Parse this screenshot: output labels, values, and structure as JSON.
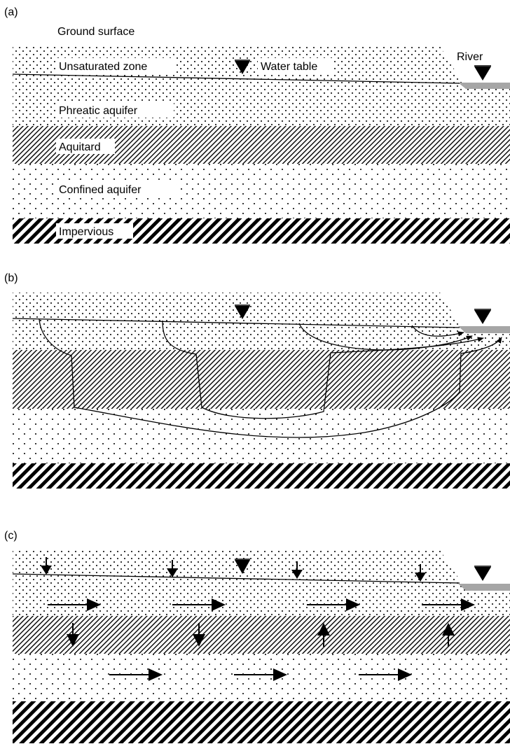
{
  "panels": [
    {
      "label": "(a)",
      "labels": {
        "ground_surface": "Ground surface",
        "unsaturated_zone": "Unsaturated zone",
        "water_table": "Water table",
        "river": "River",
        "phreatic_aquifer": "Phreatic aquifer",
        "aquitard": "Aquitard",
        "confined_aquifer": "Confined aquifer",
        "impervious": "Impervious"
      }
    },
    {
      "label": "(b)"
    },
    {
      "label": "(c)"
    }
  ],
  "colors": {
    "river": "#a6a6a6",
    "ink": "#000000",
    "background": "#ffffff"
  },
  "icons": [
    "water-table-marker-icon",
    "flow-arrow-icon"
  ]
}
